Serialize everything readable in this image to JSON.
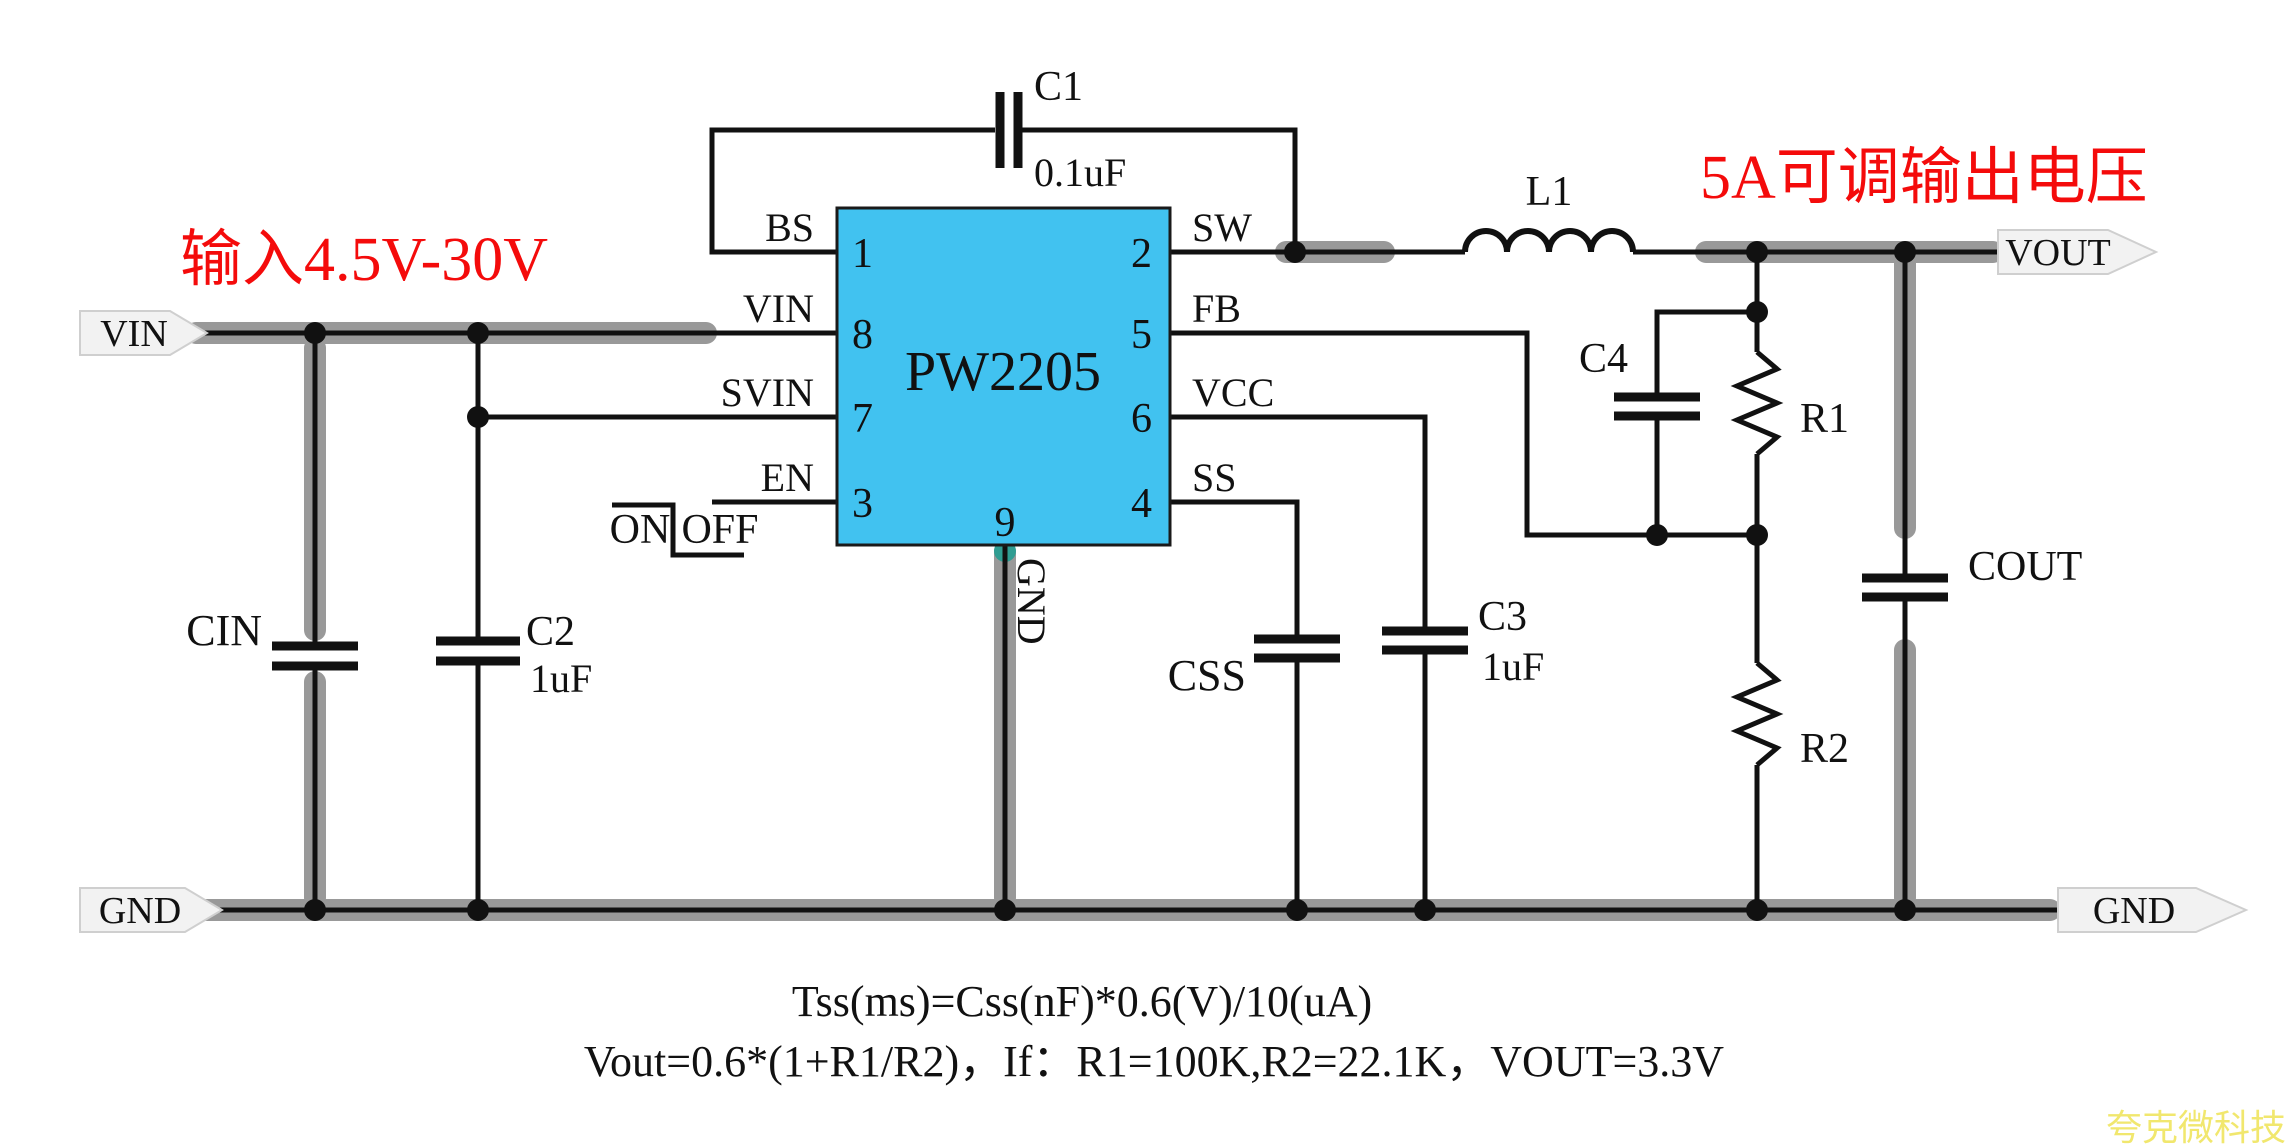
{
  "colors": {
    "ic_fill": "#41C2F0",
    "rail_gray": "#999999",
    "wire_black": "#111111",
    "annotation_red": "#F40B0B",
    "tag_fill": "#F2F2F2",
    "tag_border": "#CFCFCF",
    "watermark_yellow": "#F1E76E"
  },
  "ic": {
    "title": "PW2205",
    "pins": {
      "p1": {
        "num": "1",
        "label": "BS"
      },
      "p2": {
        "num": "2",
        "label": "SW"
      },
      "p3": {
        "num": "3",
        "label": "EN"
      },
      "p4": {
        "num": "4",
        "label": "SS"
      },
      "p5": {
        "num": "5",
        "label": "FB"
      },
      "p6": {
        "num": "6",
        "label": "VCC"
      },
      "p7": {
        "num": "7",
        "label": "SVIN"
      },
      "p8": {
        "num": "8",
        "label": "VIN"
      },
      "p9": {
        "num": "9",
        "label": "GND"
      }
    }
  },
  "ports": {
    "vin": "VIN",
    "gnd_left": "GND",
    "vout": "VOUT",
    "gnd_right": "GND"
  },
  "components": {
    "C1": {
      "ref": "C1",
      "value": "0.1uF"
    },
    "CIN": {
      "ref": "CIN"
    },
    "C2": {
      "ref": "C2",
      "value": "1uF"
    },
    "CSS": {
      "ref": "CSS"
    },
    "C3": {
      "ref": "C3",
      "value": "1uF"
    },
    "C4": {
      "ref": "C4"
    },
    "L1": {
      "ref": "L1"
    },
    "R1": {
      "ref": "R1"
    },
    "R2": {
      "ref": "R2"
    },
    "COUT": {
      "ref": "COUT"
    }
  },
  "switch": {
    "on": "ON",
    "off": "OFF"
  },
  "annotations": {
    "input_range": "输入4.5V-30V",
    "output_label": "5A可调输出电压"
  },
  "formulas": {
    "line1": "Tss(ms)=Css(nF)*0.6(V)/10(uA)",
    "line2": "Vout=0.6*(1+R1/R2)，If：R1=100K,R2=22.1K，VOUT=3.3V"
  },
  "watermark": "夸克微科技"
}
